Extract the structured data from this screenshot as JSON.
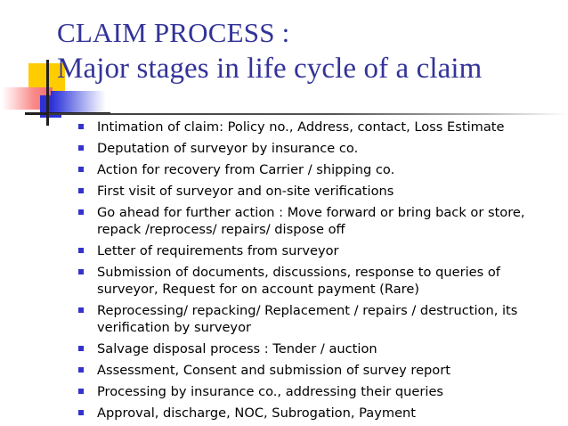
{
  "slide": {
    "title": {
      "line1": "CLAIM PROCESS :",
      "line2": "Major stages in life cycle of a claim",
      "color": "#333399"
    },
    "decoration": {
      "yellow": "#ffcc00",
      "red": "#f4676b",
      "blue": "#2b31d6",
      "cross": "#231f20"
    },
    "bullets": [
      {
        "text": "Intimation of claim: Policy no., Address, contact, Loss Estimate"
      },
      {
        "text": "Deputation of surveyor by insurance co."
      },
      {
        "text": "Action for recovery from Carrier / shipping co."
      },
      {
        "text": "First visit of surveyor and on-site verifications"
      },
      {
        "text": "Go ahead for further action : Move forward or bring back or store, repack /reprocess/ repairs/ dispose off"
      },
      {
        "text": "Letter of requirements from surveyor"
      },
      {
        "text": "Submission of documents, discussions, response to queries of surveyor, Request for on account payment (Rare)"
      },
      {
        "text": "Reprocessing/ repacking/ Replacement / repairs / destruction, its verification by surveyor"
      },
      {
        "text": "Salvage disposal process : Tender / auction"
      },
      {
        "text": "Assessment, Consent and submission of survey report"
      },
      {
        "text": "Processing by insurance co., addressing their queries"
      },
      {
        "text": "Approval, discharge, NOC, Subrogation, Payment"
      }
    ],
    "bullet_marker_color": "#3333cc",
    "body_text_color": "#000000",
    "background_color": "#ffffff"
  }
}
